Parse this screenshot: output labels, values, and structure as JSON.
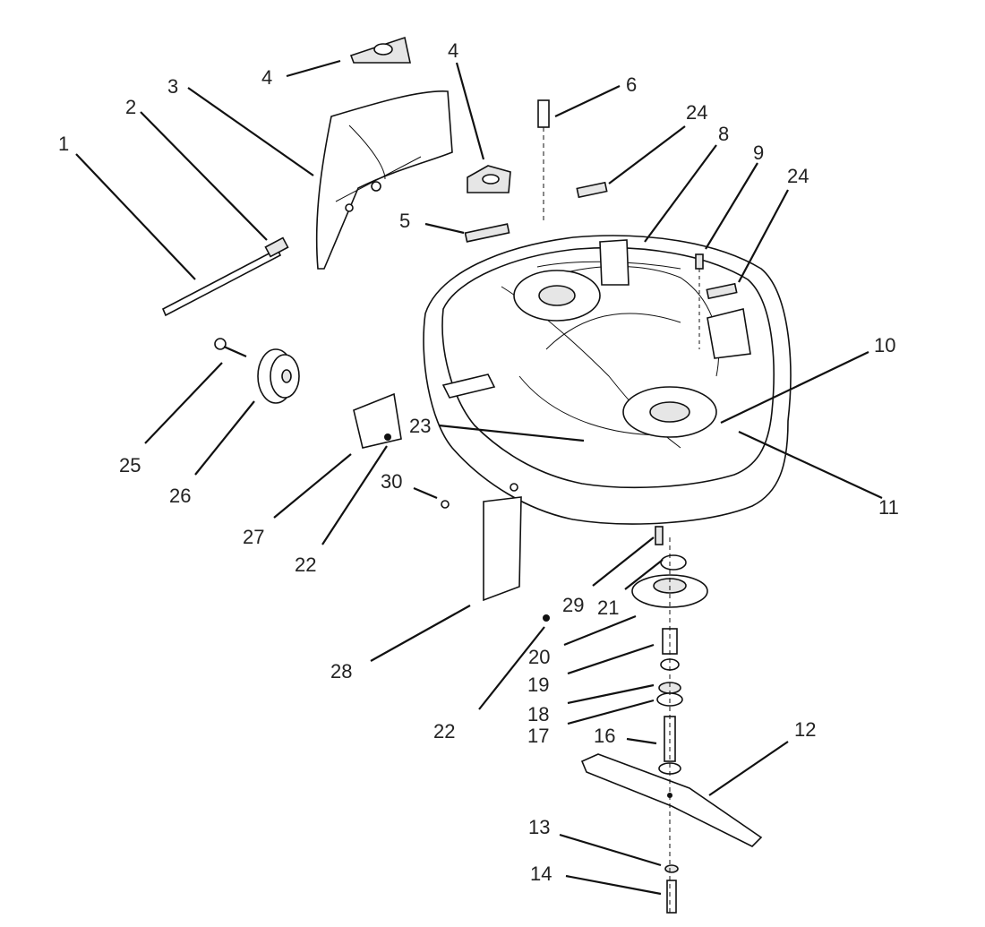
{
  "diagram": {
    "callouts": [
      {
        "id": "c1",
        "text": "1"
      },
      {
        "id": "c2",
        "text": "2"
      },
      {
        "id": "c3",
        "text": "3"
      },
      {
        "id": "c4a",
        "text": "4"
      },
      {
        "id": "c4b",
        "text": "4"
      },
      {
        "id": "c5",
        "text": "5"
      },
      {
        "id": "c6",
        "text": "6"
      },
      {
        "id": "c24a",
        "text": "24"
      },
      {
        "id": "c8",
        "text": "8"
      },
      {
        "id": "c9",
        "text": "9"
      },
      {
        "id": "c24b",
        "text": "24"
      },
      {
        "id": "c10",
        "text": "10"
      },
      {
        "id": "c11",
        "text": "11"
      },
      {
        "id": "c23",
        "text": "23"
      },
      {
        "id": "c25",
        "text": "25"
      },
      {
        "id": "c26",
        "text": "26"
      },
      {
        "id": "c27",
        "text": "27"
      },
      {
        "id": "c22a",
        "text": "22"
      },
      {
        "id": "c30",
        "text": "30"
      },
      {
        "id": "c28",
        "text": "28"
      },
      {
        "id": "c22b",
        "text": "22"
      },
      {
        "id": "c29",
        "text": "29"
      },
      {
        "id": "c21",
        "text": "21"
      },
      {
        "id": "c20",
        "text": "20"
      },
      {
        "id": "c19",
        "text": "19"
      },
      {
        "id": "c18",
        "text": "18"
      },
      {
        "id": "c17",
        "text": "17"
      },
      {
        "id": "c16",
        "text": "16"
      },
      {
        "id": "c12",
        "text": "12"
      },
      {
        "id": "c13",
        "text": "13"
      },
      {
        "id": "c14",
        "text": "14"
      }
    ]
  }
}
